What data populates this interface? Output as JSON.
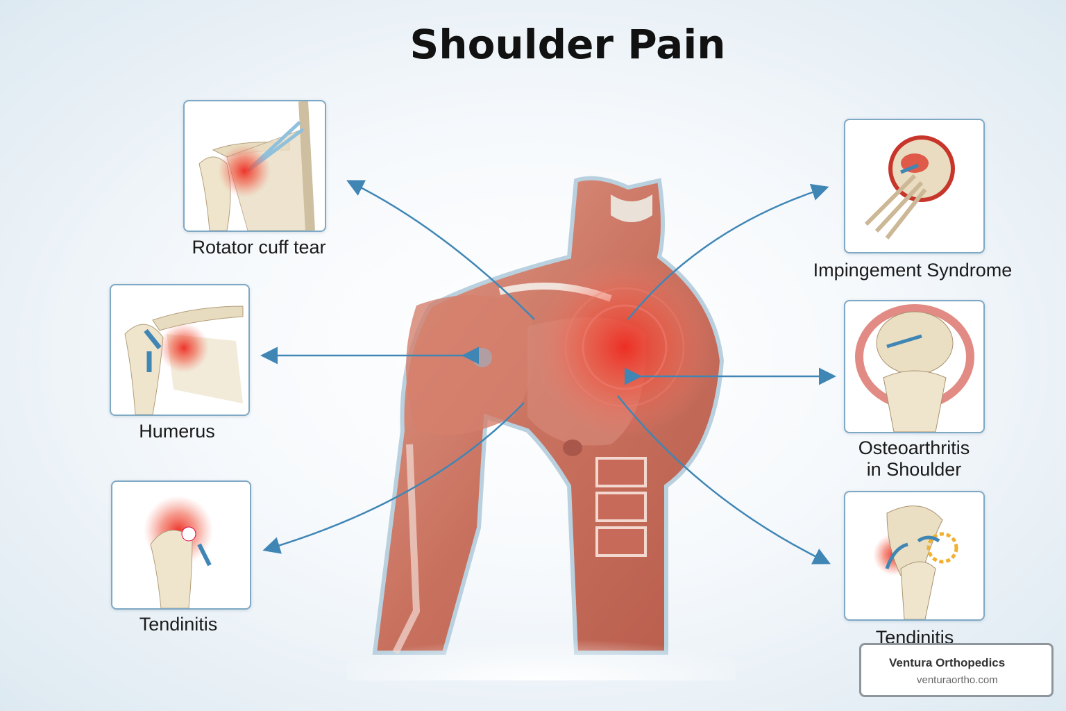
{
  "title": "Shoulder Pain",
  "conditions": [
    {
      "label": "Rotator cuff tear"
    },
    {
      "label": "Humerus"
    },
    {
      "label": "Tendinitis"
    },
    {
      "label": "Impingement Syndrome"
    },
    {
      "label_line1": "Osteoarthritis",
      "label_line2": "in Shoulder"
    },
    {
      "label": "Tendinitis"
    }
  ],
  "badge": {
    "org": "Ventura Orthopedics",
    "url": "venturaortho.com"
  },
  "colors": {
    "arrow": "#3f86b5",
    "muscle": "#c9715f",
    "pain": "#e8332a",
    "panel_border": "#7fa8c4"
  }
}
